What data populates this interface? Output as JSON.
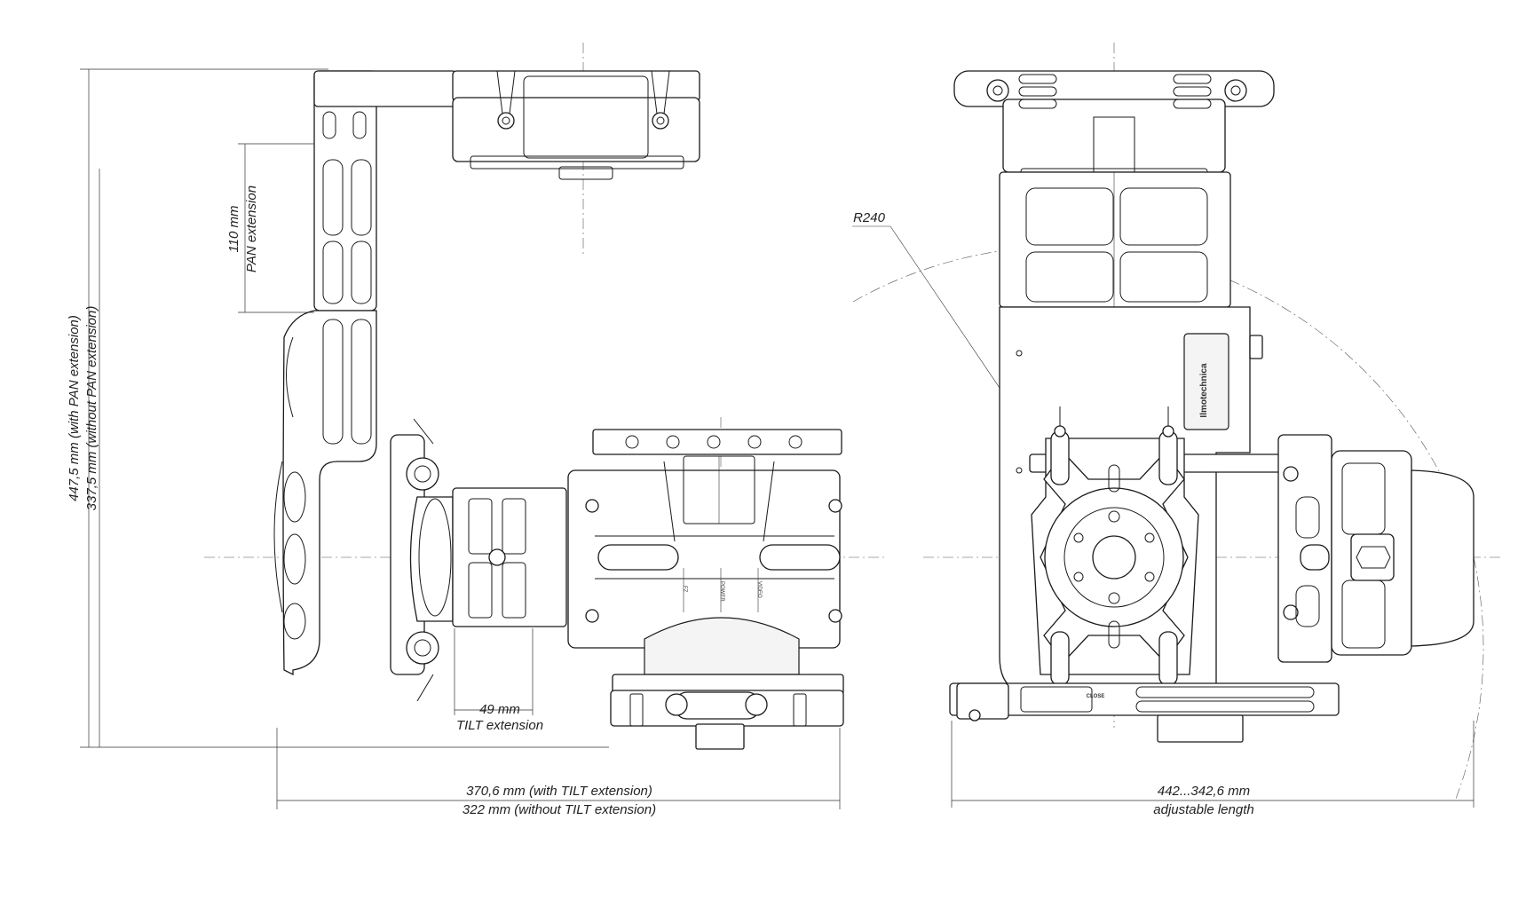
{
  "dimensions": {
    "height_with_pan": "447,5 mm (with PAN extension)",
    "height_without_pan": "337,5 mm (without PAN extension)",
    "pan_extension_value": "110 mm",
    "pan_extension_label": "PAN extension",
    "tilt_extension_value": "49 mm",
    "tilt_extension_label": "TILT extension",
    "width_with_tilt": "370,6 mm (with TILT extension)",
    "width_without_tilt": "322 mm (without TILT extension)",
    "radius": "R240",
    "adjustable_value": "442...342,6 mm",
    "adjustable_label": "adjustable length"
  },
  "part_labels": {
    "brand": "Ilmotechnica",
    "close": "CLOSE",
    "port_1": "FZ",
    "port_2": "POWER",
    "port_3": "VIDEO"
  }
}
